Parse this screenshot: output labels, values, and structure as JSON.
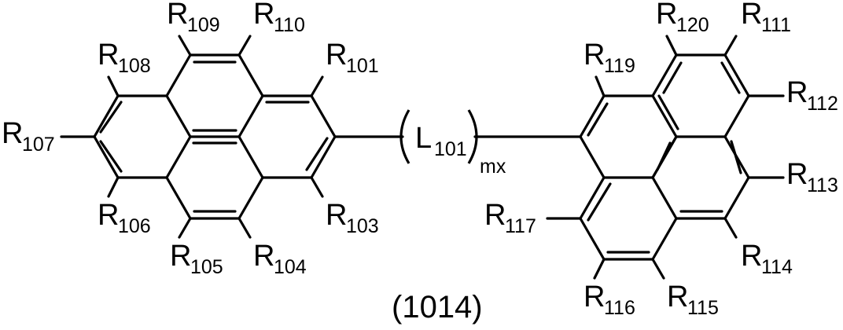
{
  "compound_number": "(1014)",
  "linker": {
    "symbol": "L",
    "subscript": "101",
    "repeat": "mx"
  },
  "substituents": {
    "r101": {
      "symbol": "R",
      "subscript": "101"
    },
    "r103": {
      "symbol": "R",
      "subscript": "103"
    },
    "r104": {
      "symbol": "R",
      "subscript": "104"
    },
    "r105": {
      "symbol": "R",
      "subscript": "105"
    },
    "r106": {
      "symbol": "R",
      "subscript": "106"
    },
    "r107": {
      "symbol": "R",
      "subscript": "107"
    },
    "r108": {
      "symbol": "R",
      "subscript": "108"
    },
    "r109": {
      "symbol": "R",
      "subscript": "109"
    },
    "r110": {
      "symbol": "R",
      "subscript": "110"
    },
    "r111": {
      "symbol": "R",
      "subscript": "111"
    },
    "r112": {
      "symbol": "R",
      "subscript": "112"
    },
    "r113": {
      "symbol": "R",
      "subscript": "113"
    },
    "r114": {
      "symbol": "R",
      "subscript": "114"
    },
    "r115": {
      "symbol": "R",
      "subscript": "115"
    },
    "r116": {
      "symbol": "R",
      "subscript": "116"
    },
    "r117": {
      "symbol": "R",
      "subscript": "117"
    },
    "r119": {
      "symbol": "R",
      "subscript": "119"
    },
    "r120": {
      "symbol": "R",
      "subscript": "120"
    }
  }
}
